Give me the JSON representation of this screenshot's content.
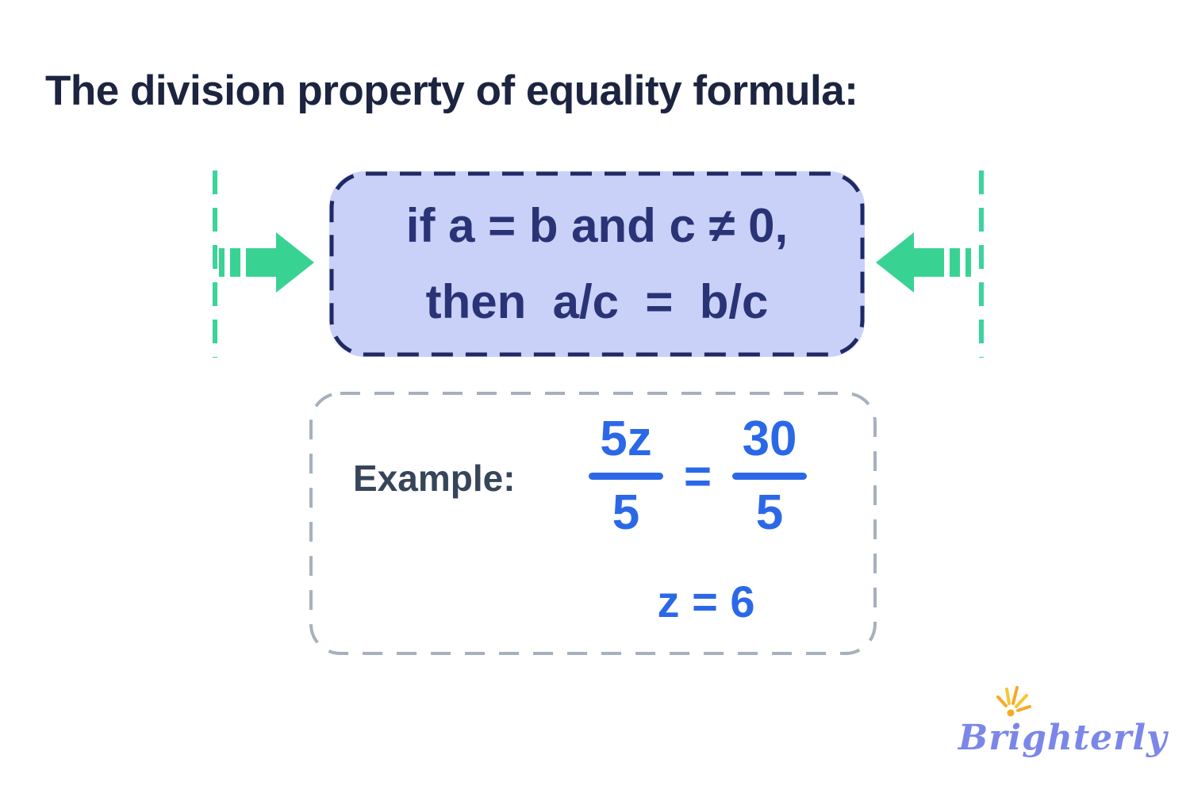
{
  "title": "The division property of equality formula:",
  "formula_box": {
    "line1": "if a = b and c ≠ 0,",
    "line2": "then  a/c  =  b/c"
  },
  "example_box": {
    "label": "Example:",
    "left_fraction": {
      "numerator": "5z",
      "denominator": "5"
    },
    "equals_sign": "=",
    "right_fraction": {
      "numerator": "30",
      "denominator": "5"
    },
    "solution": "z = 6"
  },
  "logo": {
    "text": "Brighterly"
  },
  "colors": {
    "title_text": "#1c2440",
    "formula_text": "#2b3377",
    "formula_box_bg": "#c9d1f8",
    "formula_box_border": "#1f2a63",
    "arrow_green": "#38d393",
    "guide_line_green": "#3bd49a",
    "example_border": "#a7b0bd",
    "example_label": "#37455a",
    "math_blue": "#2b68e8",
    "logo_purple": "#7b87e8",
    "logo_sun": "#f6a928"
  }
}
